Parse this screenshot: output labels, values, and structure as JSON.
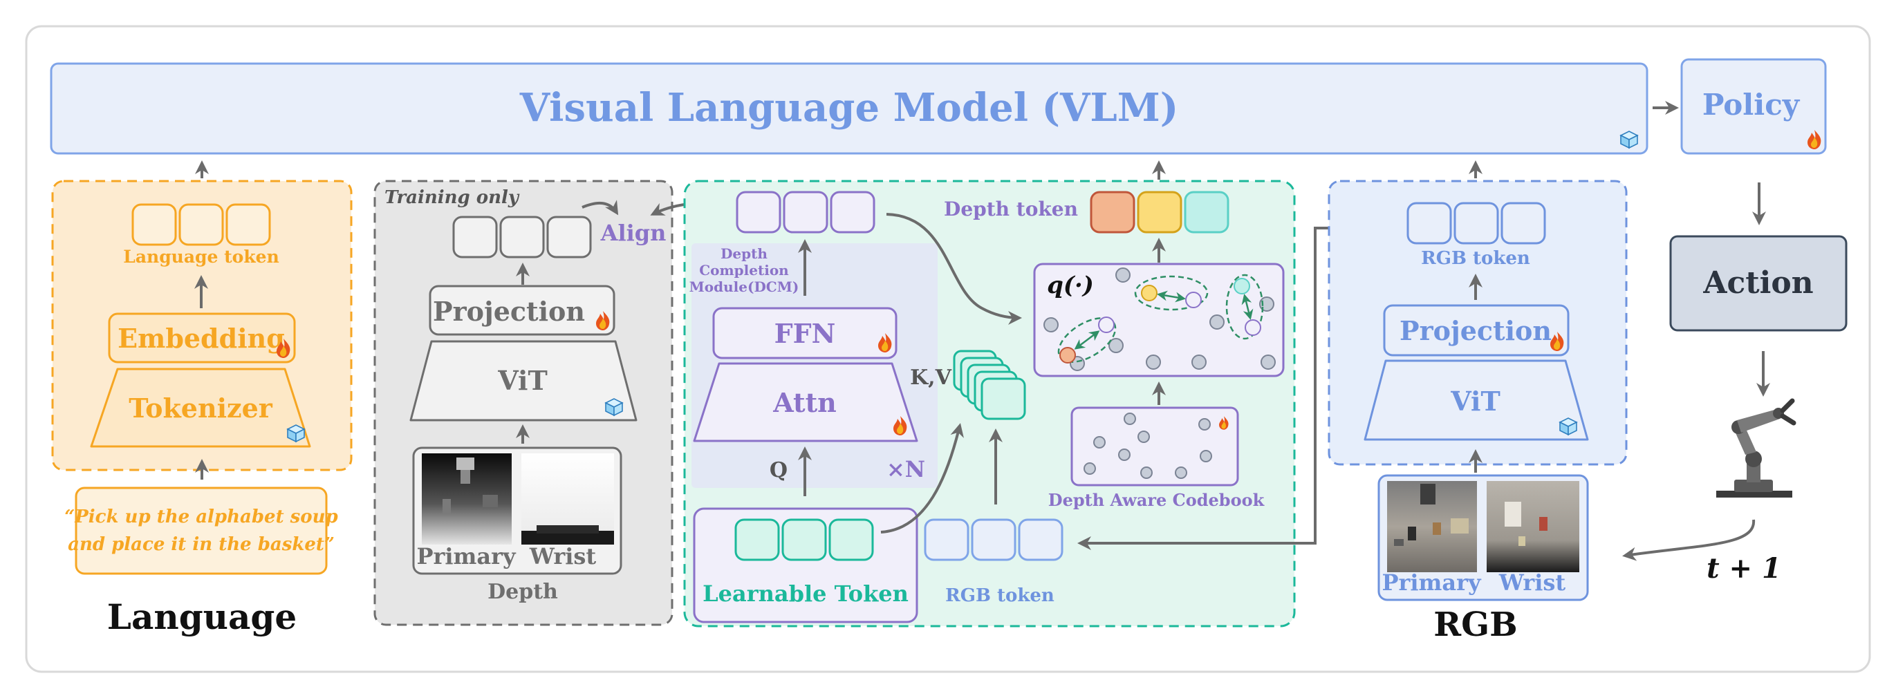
{
  "vlm": {
    "title": "Visual Language Model (VLM)"
  },
  "policy": {
    "label": "Policy"
  },
  "action": {
    "label": "Action"
  },
  "time_step": "t + 1",
  "language": {
    "section_label": "Language",
    "token_label": "Language token",
    "embedding": "Embedding",
    "tokenizer": "Tokenizer",
    "instruction_line1": "“Pick up the alphabet soup",
    "instruction_line2": "and place it in the basket”"
  },
  "depth": {
    "training_only": "Training only",
    "align": "Align",
    "projection": "Projection",
    "vit": "ViT",
    "primary": "Primary",
    "wrist": "Wrist",
    "section_label": "Depth"
  },
  "dcm": {
    "name_line1": "Depth",
    "name_line2": "Completion",
    "name_line3": "Module(DCM)",
    "ffn": "FFN",
    "attn": "Attn",
    "kv": "K,V",
    "q": "Q",
    "repeat": "×N",
    "learnable_token": "Learnable Token",
    "rgb_token": "RGB token",
    "depth_token": "Depth token",
    "quantizer": "q(·)",
    "codebook": "Depth Aware Codebook"
  },
  "rgb": {
    "token_label": "RGB token",
    "projection": "Projection",
    "vit": "ViT",
    "primary": "Primary",
    "wrist": "Wrist",
    "section_label": "RGB"
  },
  "icons": [
    "fire-icon",
    "ice-cube-icon",
    "robot-arm-icon"
  ],
  "colors": {
    "language": "#F6A623",
    "depth_gray": "#6E6E6E",
    "dcm_teal": "#1BB89A",
    "purple": "#8A72C8",
    "rgb_blue": "#6E93DE",
    "vlm_text": "#7198E3"
  }
}
